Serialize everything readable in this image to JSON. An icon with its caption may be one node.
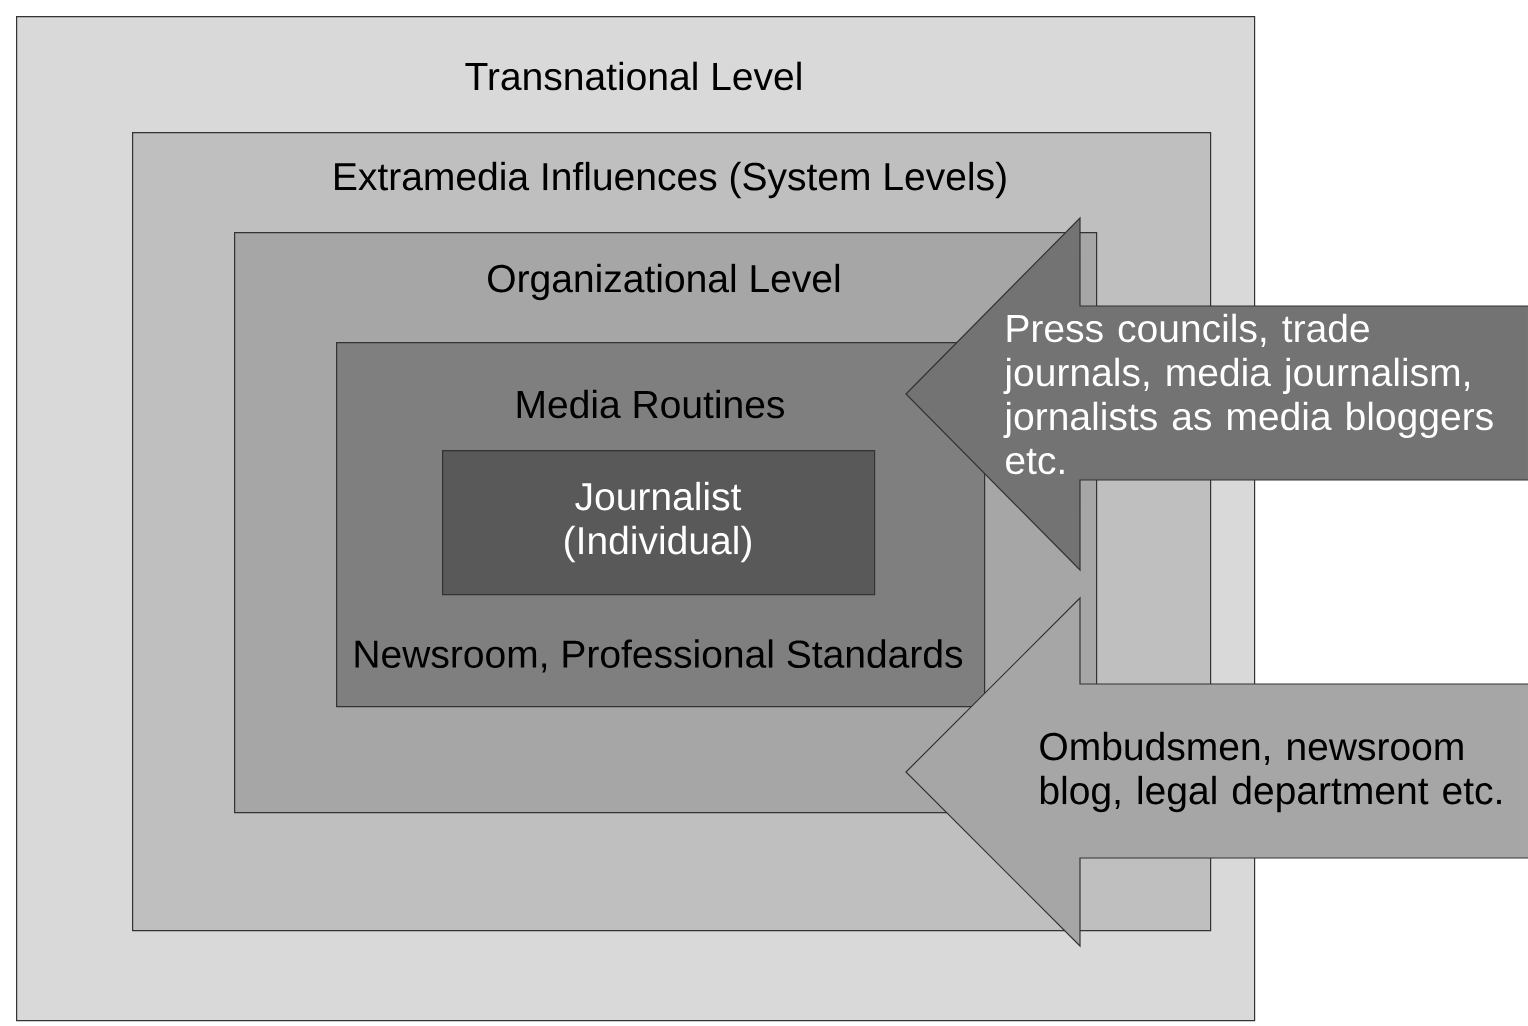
{
  "diagram": {
    "nodes": [
      {
        "text": [
          "Transnational Level"
        ]
      },
      {
        "text": [
          "Extramedia Influences (System Levels)"
        ],
        "in": 0
      },
      {
        "text": [
          "Organizational Level"
        ],
        "in": 1
      },
      {
        "text": [
          "Media Routines",
          "Newsroom, Professional Standards"
        ],
        "in": 2
      },
      {
        "text": [
          "Journalist (Individual)"
        ],
        "in": 3
      },
      {
        "text": [
          "Press councils, trade journals, media journalism, jornalists as media bloggers etc."
        ]
      },
      {
        "text": [
          "Ombudsmen, newsroom blog, legal department etc."
        ]
      }
    ]
  }
}
